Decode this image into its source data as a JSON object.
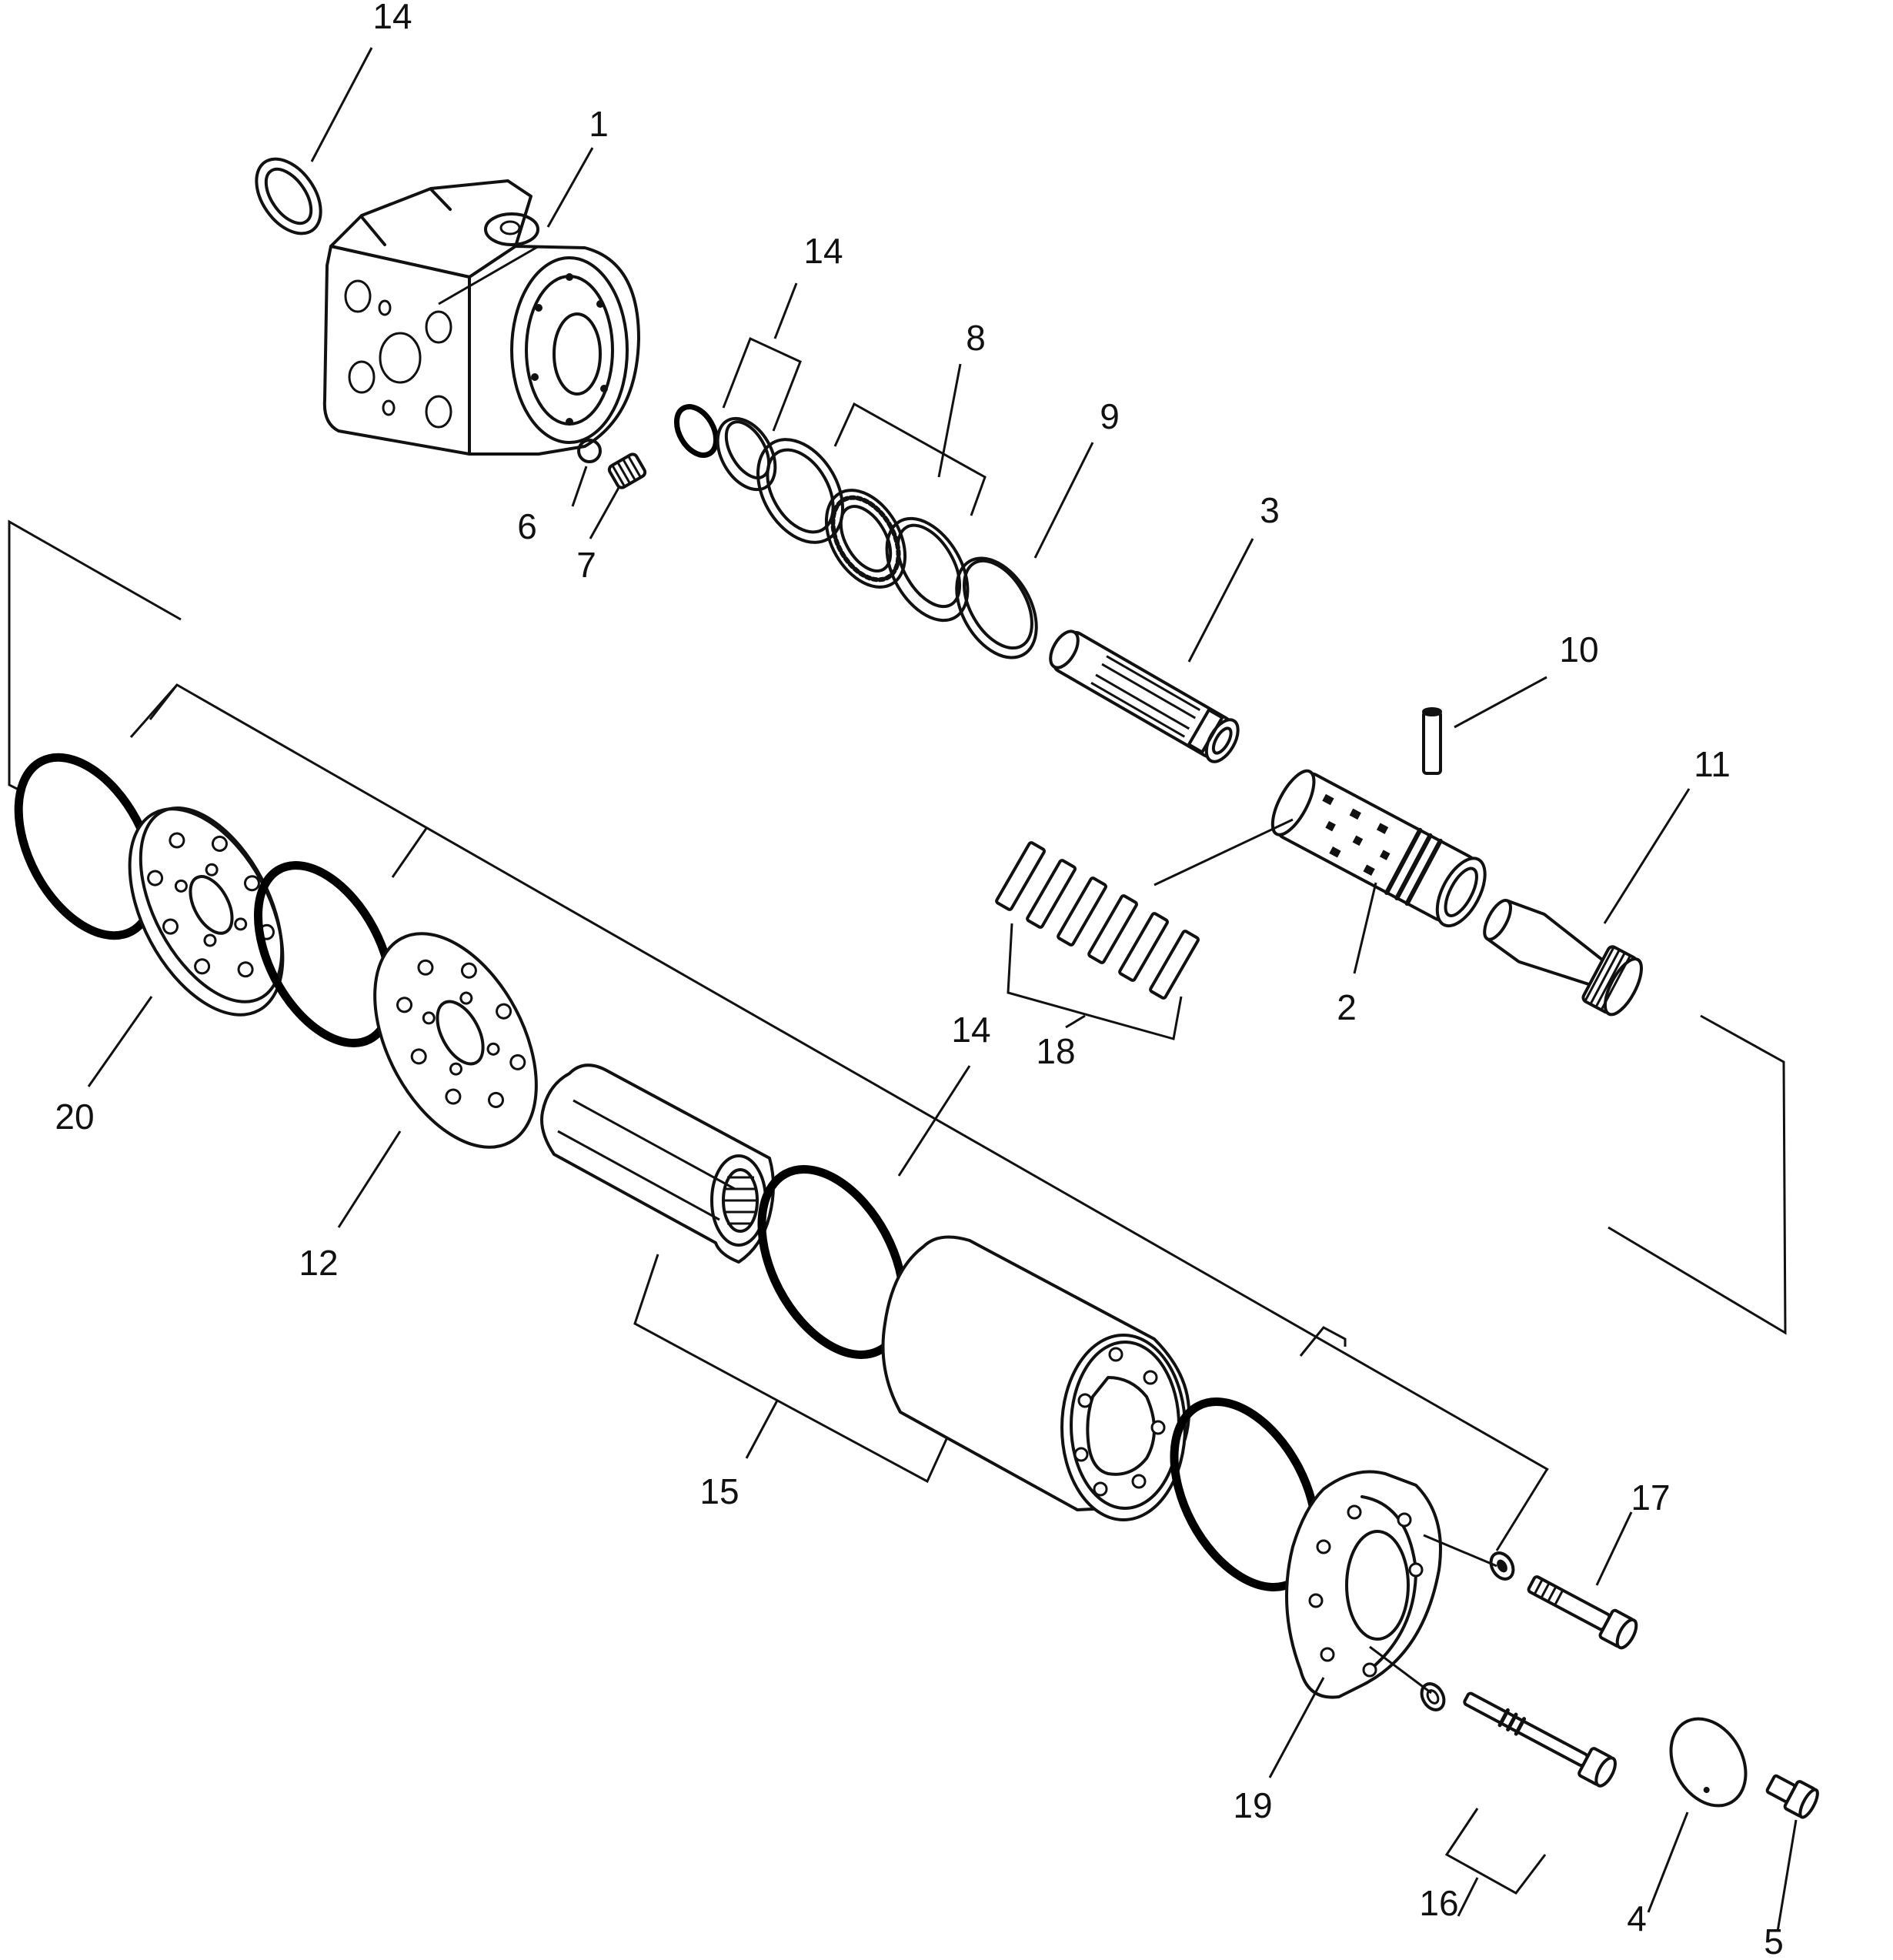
{
  "callouts": [
    {
      "id": "c14a",
      "text": "14"
    },
    {
      "id": "c1",
      "text": "1"
    },
    {
      "id": "c14b",
      "text": "14"
    },
    {
      "id": "c8",
      "text": "8"
    },
    {
      "id": "c9",
      "text": "9"
    },
    {
      "id": "c3",
      "text": "3"
    },
    {
      "id": "c10",
      "text": "10"
    },
    {
      "id": "c11",
      "text": "11"
    },
    {
      "id": "c6",
      "text": "6"
    },
    {
      "id": "c7",
      "text": "7"
    },
    {
      "id": "c2",
      "text": "2"
    },
    {
      "id": "c18",
      "text": "18"
    },
    {
      "id": "c20",
      "text": "20"
    },
    {
      "id": "c12",
      "text": "12"
    },
    {
      "id": "c14c",
      "text": "14"
    },
    {
      "id": "c15",
      "text": "15"
    },
    {
      "id": "c17",
      "text": "17"
    },
    {
      "id": "c19",
      "text": "19"
    },
    {
      "id": "c16",
      "text": "16"
    },
    {
      "id": "c4",
      "text": "4"
    },
    {
      "id": "c5",
      "text": "5"
    }
  ]
}
